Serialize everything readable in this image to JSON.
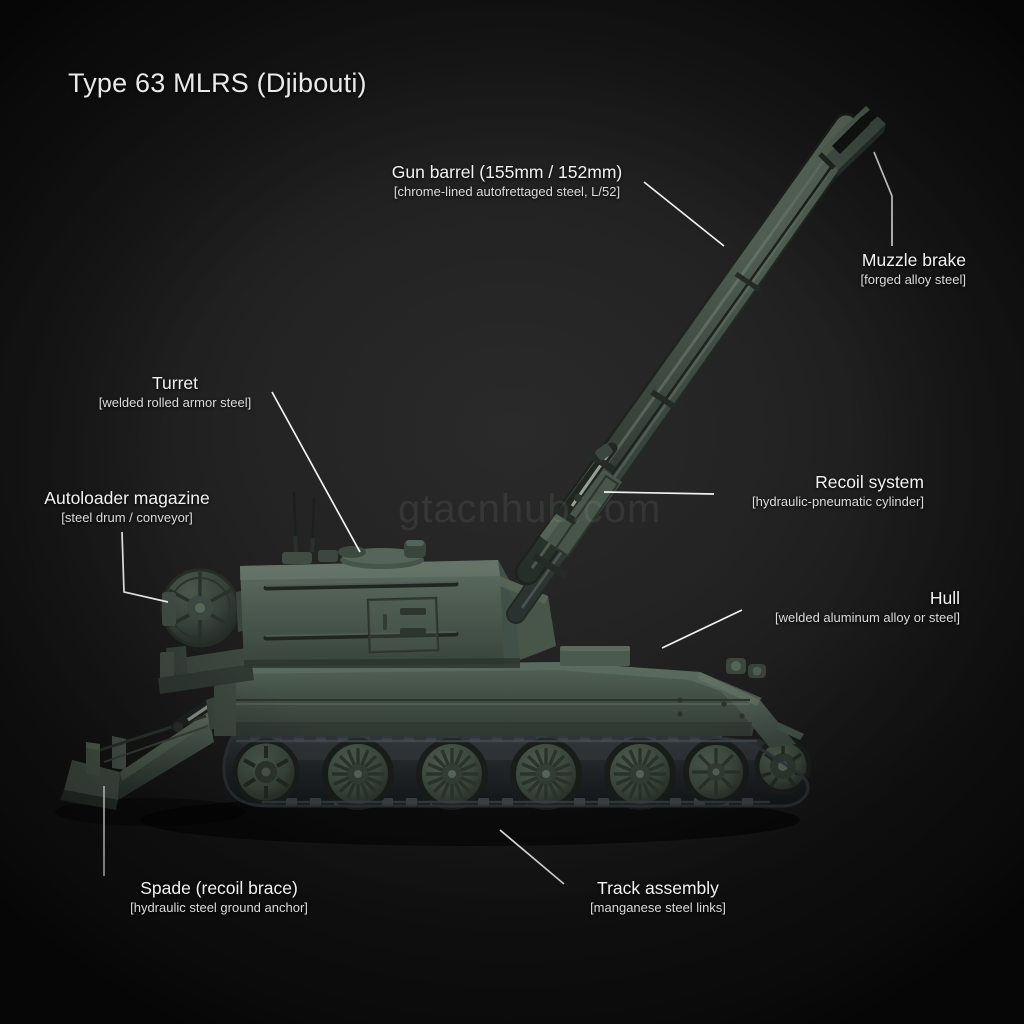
{
  "title": "Type 63 MLRS (Djibouti)",
  "watermark": "gtacnhub.com",
  "colors": {
    "background_dark": "#141414",
    "background_center": "#2a2a2a",
    "label_text": "#f2f2f2",
    "sublabel_text": "#dcdcdc",
    "leader_line": "#f2f2f2",
    "hull_green": "#46544a",
    "hull_green_light": "#5c6b5e",
    "hull_green_dark": "#2f3a33",
    "track_dark": "#23262a",
    "wheel_green": "#3c4a3f"
  },
  "callouts": [
    {
      "name": "gun-barrel",
      "title": "Gun barrel (155mm / 152mm)",
      "sub": "[chrome-lined autofrettaged steel, L/52]"
    },
    {
      "name": "muzzle-brake",
      "title": "Muzzle brake",
      "sub": "[forged alloy steel]"
    },
    {
      "name": "turret",
      "title": "Turret",
      "sub": "[welded rolled armor steel]"
    },
    {
      "name": "autoloader-magazine",
      "title": "Autoloader magazine",
      "sub": "[steel drum / conveyor]"
    },
    {
      "name": "recoil-system",
      "title": "Recoil system",
      "sub": "[hydraulic-pneumatic cylinder]"
    },
    {
      "name": "hull",
      "title": "Hull",
      "sub": "[welded aluminum alloy or steel]"
    },
    {
      "name": "spade-recoil-brace",
      "title": "Spade (recoil brace)",
      "sub": "[hydraulic steel ground anchor]"
    },
    {
      "name": "track-assembly",
      "title": "Track assembly",
      "sub": "[manganese steel links]"
    }
  ]
}
